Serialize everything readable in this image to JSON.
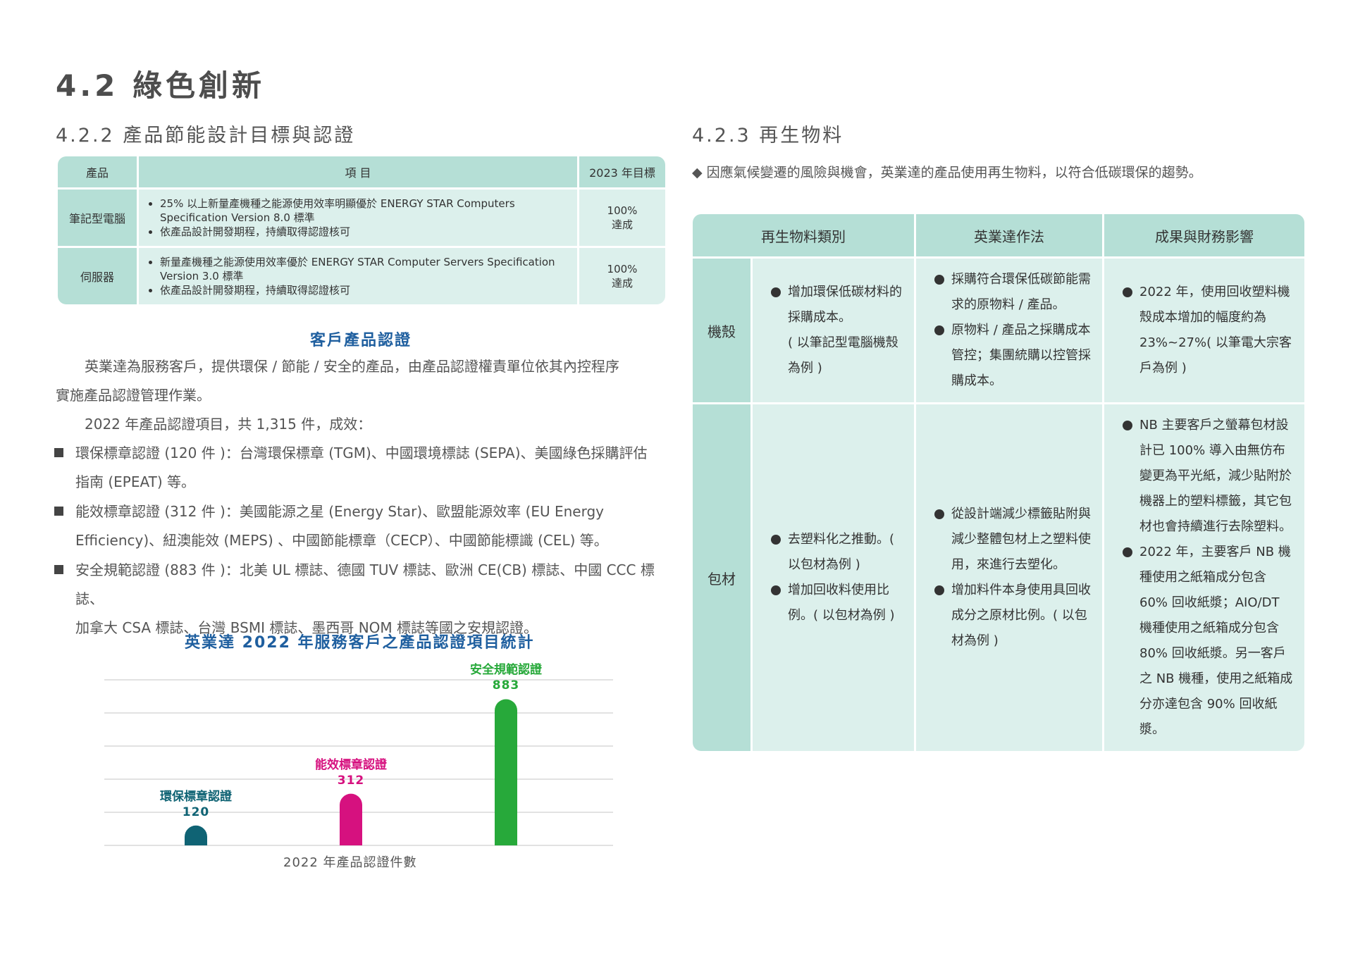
{
  "page_title": "4.2 綠色創新",
  "left_section_title": "4.2.2 產品節能設計目標與認證",
  "right_section_title": "4.2.3 再生物料",
  "target_table": {
    "headers": [
      "產品",
      "項 目",
      "2023 年目標"
    ],
    "rows": [
      {
        "product": "筆記型電腦",
        "items": [
          "25% 以上新量產機種之能源使用效率明顯優於 ENERGY STAR Computers Specification Version 8.0 標準",
          "依產品設計開發期程，持續取得認證核可"
        ],
        "target": "100%\n達成"
      },
      {
        "product": "伺服器",
        "items": [
          "新量產機種之能源使用效率優於 ENERGY STAR Computer Servers Specification Version 3.0 標準",
          "依產品設計開發期程，持續取得認證核可"
        ],
        "target": "100%\n達成"
      }
    ]
  },
  "cert_heading": "客戶產品認證",
  "cert_intro_1": "英業達為服務客戶，提供環保 / 節能 / 安全的產品，由產品認證權責單位依其內控程序",
  "cert_intro_2": "實施產品認證管理作業。",
  "cert_summary": "2022 年產品認證項目，共 1,315 件，成效：",
  "cert_bullets": [
    [
      "環保標章認證 (120 件 )：台灣環保標章 (TGM)、中國環境標誌 (SEPA)、美國綠色採購評估",
      "指南 (EPEAT) 等。"
    ],
    [
      "能效標章認證 (312 件 )：美國能源之星 (Energy Star)、歐盟能源效率 (EU Energy",
      "Efficiency)、紐澳能效 (MEPS) 、中國節能標章（CECP）、中國節能標識 (CEL) 等。"
    ],
    [
      "安全規範認證 (883 件 )：北美 UL 標誌、德國 TUV 標誌、歐洲 CE(CB) 標誌、中國 CCC 標誌、",
      "加拿大 CSA 標誌、台灣 BSMI 標誌、墨西哥 NOM 標誌等國之安規認證。"
    ]
  ],
  "chart_data": {
    "type": "bar",
    "title": "英業達 2022 年服務客戶之產品認證項目統計",
    "xlabel": "2022 年產品認證件數",
    "ylabel": "",
    "categories": [
      "環保標章認證",
      "能效標章認證",
      "安全規範認證"
    ],
    "values": [
      120,
      312,
      883
    ],
    "colors": [
      "#0f6374",
      "#d6117f",
      "#27a93a"
    ],
    "ylim": [
      0,
      1000
    ],
    "grid": true
  },
  "recycled_intro": "◆ 因應氣候變遷的風險與機會，英業達的產品使用再生物料，以符合低碳環保的趨勢。",
  "recycled_table": {
    "headers": [
      "再生物料類別",
      "英業達作法",
      "成果與財務影響"
    ],
    "rows": [
      {
        "category": "機殼",
        "col1": [
          "增加環保低碳材料的採購成本。\n( 以筆記型電腦機殼為例 )"
        ],
        "col2": [
          "採購符合環保低碳節能需求的原物料 / 產品。",
          "原物料 / 產品之採購成本管控；集團統購以控管採購成本。"
        ],
        "col3": [
          "2022 年，使用回收塑料機殼成本增加的幅度約為23%~27%( 以筆電大宗客戶為例 )"
        ]
      },
      {
        "category": "包材",
        "col1": [
          "去塑料化之推動。( 以包材為例 )",
          "增加回收料使用比例。( 以包材為例 )"
        ],
        "col2": [
          "從設計端減少標籤貼附與減少整體包材上之塑料使用，來進行去塑化。",
          "增加料件本身使用具回收成分之原材比例。( 以包材為例 )"
        ],
        "col3": [
          "NB 主要客戶之螢幕包材設計已 100% 導入由無仿布變更為平光紙，減少貼附於機器上的塑料標籤，其它包材也會持續進行去除塑料。",
          "2022 年，主要客戶 NB 機種使用之紙箱成分包含 60% 回收紙漿；AIO/DT 機種使用之紙箱成分包含 80% 回收紙漿。另一客戶之 NB 機種，使用之紙箱成分亦達包含 90% 回收紙漿。"
        ]
      }
    ]
  }
}
